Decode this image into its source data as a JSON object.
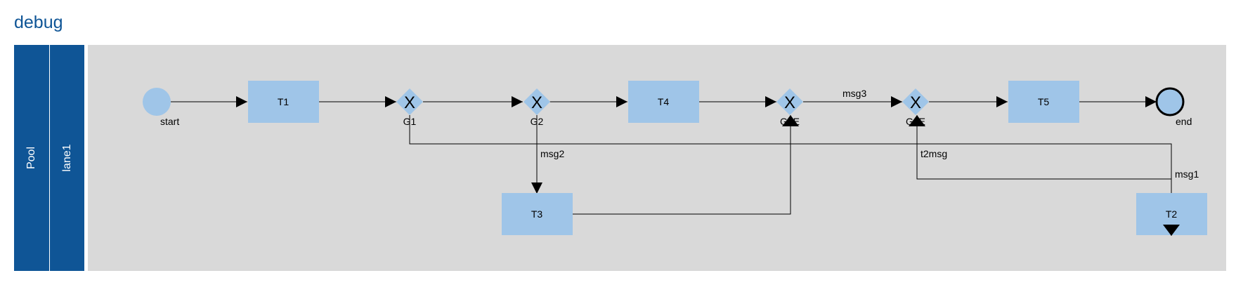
{
  "title": "debug",
  "pool": {
    "label": "Pool"
  },
  "lane": {
    "label": "lane1"
  },
  "colors": {
    "band": "#0f5596",
    "lane_bg": "#d9d9d9",
    "shape_fill": "#9fc5e8",
    "line": "#000000"
  },
  "nodes": {
    "start": {
      "label": "start"
    },
    "t1": {
      "label": "T1"
    },
    "g1": {
      "symbol": "X",
      "label": "G1"
    },
    "g2": {
      "symbol": "X",
      "label": "G2"
    },
    "t4": {
      "label": "T4"
    },
    "g3": {
      "symbol": "X",
      "label": "G3E"
    },
    "g4": {
      "symbol": "X",
      "label": "G4E"
    },
    "t5": {
      "label": "T5"
    },
    "end": {
      "label": "end"
    },
    "t3": {
      "label": "T3"
    },
    "t2": {
      "label": "T2"
    }
  },
  "edges": {
    "msg3": "msg3",
    "msg2": "msg2",
    "t2msg": "t2msg",
    "msg1": "msg1"
  }
}
